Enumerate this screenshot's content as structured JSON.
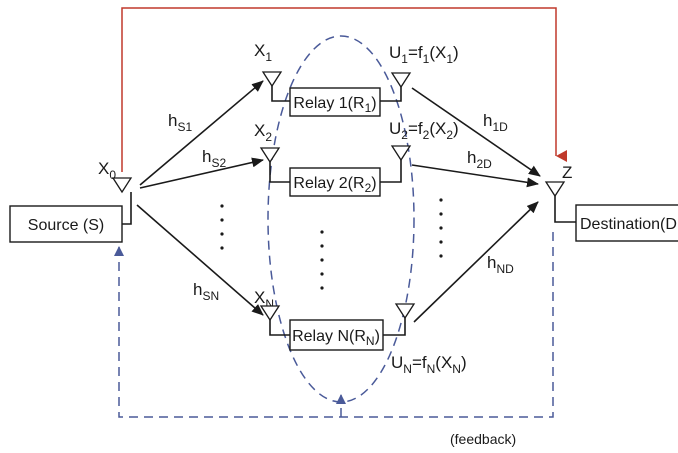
{
  "boxes": {
    "source": "Source (S)",
    "destination": "Destination(D",
    "relay1": {
      "pre": "Relay 1(R",
      "sub": "1",
      "post": ")"
    },
    "relay2": {
      "pre": "Relay 2(R",
      "sub": "2",
      "post": ")"
    },
    "relayN": {
      "pre": "Relay N(R",
      "sub": "N",
      "post": ")"
    }
  },
  "nodes": {
    "x0": {
      "base": "X",
      "sub": "0"
    },
    "x1": {
      "base": "X",
      "sub": "1"
    },
    "x2": {
      "base": "X",
      "sub": "2"
    },
    "xN": {
      "base": "X",
      "sub": "N"
    },
    "z": "Z"
  },
  "functions": {
    "u1": {
      "a": "U",
      "a_sub": "1",
      "b": "=f",
      "b_sub": "1",
      "c": "(X",
      "c_sub": "1",
      "d": ")"
    },
    "u2": {
      "a": "U",
      "a_sub": "2",
      "b": "=f",
      "b_sub": "2",
      "c": "(X",
      "c_sub": "2",
      "d": ")"
    },
    "uN": {
      "a": "U",
      "a_sub": "N",
      "b": "=f",
      "b_sub": "N",
      "c": "(X",
      "c_sub": "N",
      "d": ")"
    }
  },
  "channels": {
    "hs1": {
      "base": "h",
      "sub": "S1"
    },
    "hs2": {
      "base": "h",
      "sub": "S2"
    },
    "hsN": {
      "base": "h",
      "sub": "SN"
    },
    "h1d": {
      "base": "h",
      "sub": "1D"
    },
    "h2d": {
      "base": "h",
      "sub": "2D"
    },
    "hNd": {
      "base": "h",
      "sub": "ND"
    }
  },
  "feedback_label": "(feedback)",
  "colors": {
    "line": "#1a1a1a",
    "direct_link": "#c0392b",
    "feedback": "#4a5a99"
  }
}
